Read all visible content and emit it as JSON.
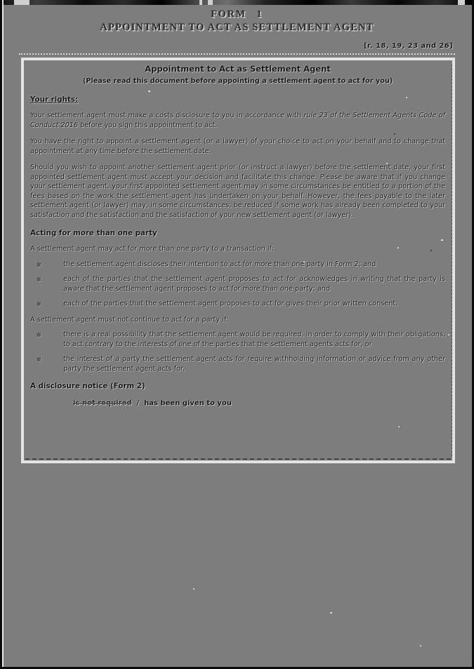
{
  "doc": {
    "form_no": "FORM 1",
    "title": "APPOINTMENT TO ACT AS SETTLEMENT AGENT",
    "rule_ref": "[r. 18, 19, 23 and 26]"
  },
  "panel": {
    "heading": "Appointment to Act as Settlement Agent",
    "note": "(Please read this document before appointing a settlement agent to act for you)",
    "rights": {
      "heading": "Your rights:",
      "p1_pre": "Your settlement agent must make a costs disclosure to you in accordance with ",
      "p1_em": "rule 23 of the Settlement Agents Code of Conduct 2016",
      "p1_post": " before you sign this appointment to act.",
      "p2": "You have the right to appoint a settlement agent (or a lawyer) of your choice to act on your behalf and to change that appointment at any time before the settlement date.",
      "p3": "Should you wish to appoint another settlement agent prior (or instruct a lawyer) before the settlement date, your first appointed settlement agent must accept your decision and facilitate this change. Please be aware that if you change your settlement agent, your first appointed settlement agent may in some circumstances be entitled to a portion of the fees based on the work the settlement agent has undertaken on your behalf. However, the fees payable to the later settlement agent (or lawyer) may, in some circumstances, be reduced if some work has already been completed to your satisfaction and the satisfaction and the satisfaction of your new settlement agent (or lawyer)."
    },
    "multi": {
      "heading": "Acting for more than one party",
      "may_intro": "A settlement agent may act for more than one party to a transaction if:",
      "may": [
        "the settlement agent discloses their intention to act for more than one party in Form 2; and",
        "each of the parties that the settlement agent proposes to act for acknowledges in writing that the party is aware that the settlement agent proposes to act for more than one party; and",
        "each of the parties that the settlement agent proposes to act for gives their prior written consent."
      ],
      "must_not_intro": "A settlement agent must not continue to act for a party if:",
      "must_not": [
        "there is a real possibility that the settlement agent would be required, in order to comply with their obligations, to act contrary to the interests of one of the parties that the settlement agents acts for, or",
        "the interest of a party the settlement agent acts for require withholding information or advice from any other party the settlement agent acts for."
      ]
    },
    "disclosure": {
      "heading": "A disclosure notice (Form 2)",
      "struck_option": "is not required",
      "separator": "/",
      "given_option": "has been given to you"
    }
  },
  "glyphs": {
    "bullet": "✲"
  },
  "colors": {
    "page_gray": "#7d7d7d",
    "ink": "#1a1a1a",
    "panel_border": "#e4e4e4",
    "edge_black": "#0c0c0c"
  }
}
